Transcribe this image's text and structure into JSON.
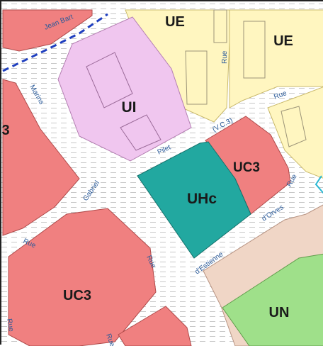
{
  "zones": {
    "ue_top": "UE",
    "ue_right": "UE",
    "ui": "UI",
    "uc3_right": "UC3",
    "uhc": "UHc",
    "uc3_left": "UC3",
    "un": "UN",
    "cut_left": "3"
  },
  "streets": {
    "rue_top": "Rue",
    "rue_right": "Rue",
    "vc3": "(V.C.3)",
    "marins": "Marins",
    "pilet": "Pilet",
    "gabriel": "Gabriel",
    "rue_left": "Rue",
    "rue_mid": "Rue",
    "rue_east": "Rue",
    "dorves": "d'Orves",
    "destienne": "d'Estienne",
    "rue_bottom": "Rue",
    "jean_bart": "Jean Bart",
    "rue_end": "Rue"
  },
  "colors": {
    "uc3": "#f08080",
    "ue": "#fff6c0",
    "ui": "#f0c6ef",
    "uhc": "#22a8a0",
    "un": "#9fe08a",
    "un_adjacent": "#f0d6c6",
    "street_text": "#2a5a99",
    "dashed_boundary": "#1f3fbf"
  }
}
